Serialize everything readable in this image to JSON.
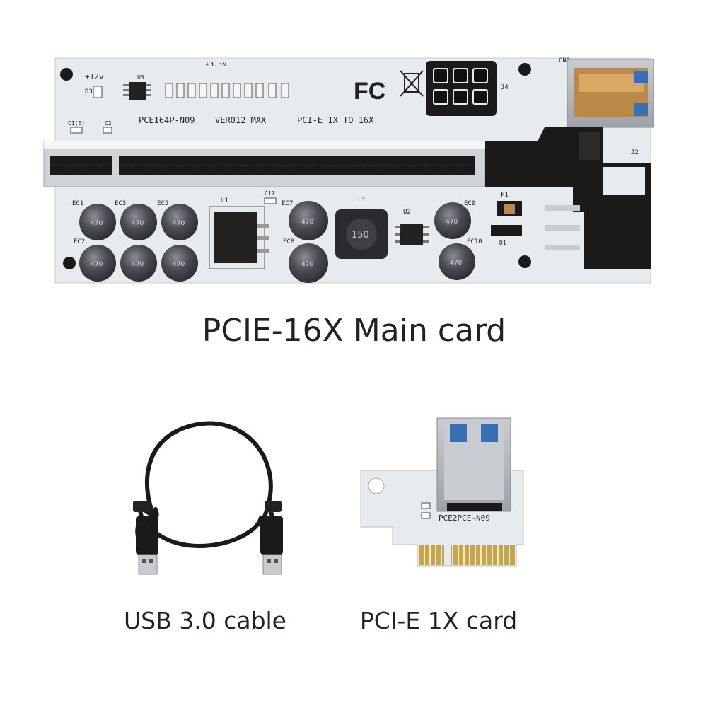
{
  "captions": {
    "main": "PCIE-16X Main card",
    "cable": "USB 3.0  cable",
    "card": "PCI-E 1X card"
  },
  "main_board": {
    "voltage_12": "+12v",
    "voltage_33": "+3.3v",
    "model": "PCE164P-N09",
    "version": "VER012 MAX",
    "function": "PCI-E 1X TO 16X",
    "fc_mark": "FC",
    "inductor": "150",
    "refs": {
      "d3": "D3",
      "u3": "U3",
      "c1": "C1(E)",
      "c2": "C2",
      "j4": "J4",
      "cn1": "CN1",
      "j2": "J2",
      "ec1": "EC1",
      "ec2": "EC2",
      "ec3": "EC3",
      "ec5": "EC5",
      "ec7": "EC7",
      "ec8": "EC8",
      "ec9": "EC9",
      "ec10": "EC10",
      "u1": "U1",
      "u2": "U2",
      "l1": "L1",
      "c17": "C17",
      "f1": "F1",
      "d1": "D1"
    },
    "cap_label": "470"
  },
  "riser_card": {
    "model": "PCE2PCE-N09"
  },
  "colors": {
    "pcb": "#e8ebee",
    "connector_black": "#1a1a1a",
    "gold": "#c9a640",
    "usb_blue": "#3a6fb5"
  }
}
